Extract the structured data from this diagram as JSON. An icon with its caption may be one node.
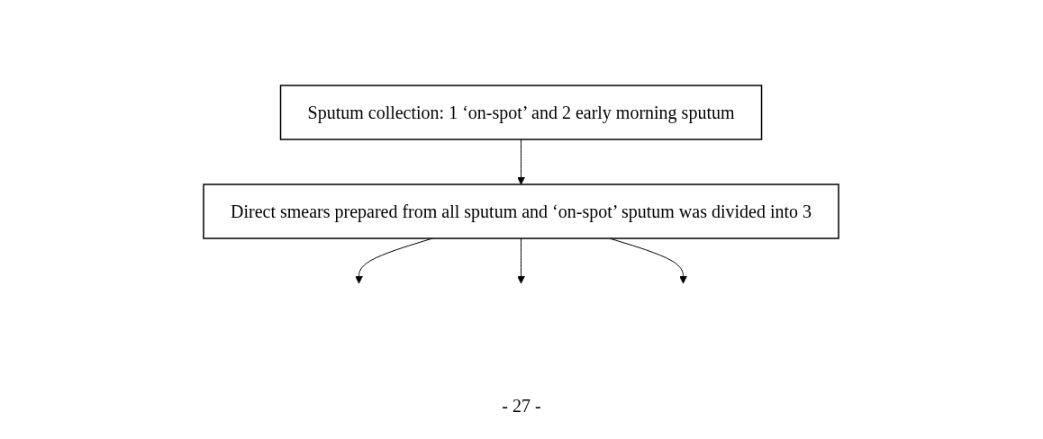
{
  "diagram": {
    "nodes": [
      {
        "text": [
          "Sputum collection: 1 ‘on-spot’ and 2 early morning sputum"
        ]
      },
      {
        "text": [
          "Direct smears prepared from all sputum and ‘on-spot’ sputum was divided into 3"
        ]
      }
    ],
    "edges": [
      {
        "from": 0,
        "to": 1,
        "arrow": "to"
      },
      {
        "from": 1,
        "to": null,
        "arrow": "to"
      },
      {
        "from": 1,
        "to": null,
        "arrow": "to"
      },
      {
        "from": 1,
        "to": null,
        "arrow": "to"
      }
    ],
    "labels": [
      "- 27 -"
    ]
  }
}
